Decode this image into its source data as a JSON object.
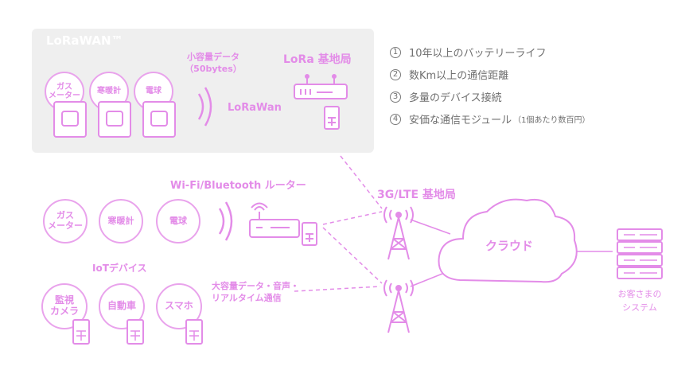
{
  "lorawan": {
    "title": "LoRaWAN™",
    "devices": [
      {
        "label_line1": "ガス",
        "label_line2": "メーター"
      },
      {
        "label_line1": "寒暖計",
        "label_line2": ""
      },
      {
        "label_line1": "電球",
        "label_line2": ""
      }
    ],
    "small_data_line1": "小容量データ",
    "small_data_line2": "（50bytes）",
    "link_label": "LoRaWan",
    "base_station": "LoRa 基地局"
  },
  "features": [
    {
      "num": "1",
      "text": "10年以上のバッテリーライフ",
      "note": ""
    },
    {
      "num": "2",
      "text": "数Km以上の通信距離",
      "note": ""
    },
    {
      "num": "3",
      "text": "多量のデバイス接続",
      "note": ""
    },
    {
      "num": "4",
      "text": "安価な通信モジュール",
      "note": "（1個あたり数百円）"
    }
  ],
  "wifi": {
    "router_label": "Wi-Fi/Bluetooth ルーター",
    "devices": [
      {
        "label_line1": "ガス",
        "label_line2": "メーター"
      },
      {
        "label_line1": "寒暖計",
        "label_line2": ""
      },
      {
        "label_line1": "電球",
        "label_line2": ""
      }
    ]
  },
  "iot": {
    "label": "IoTデバイス",
    "devices": [
      {
        "label_line1": "監視",
        "label_line2": "カメラ"
      },
      {
        "label_line1": "自動車",
        "label_line2": ""
      },
      {
        "label_line1": "スマホ",
        "label_line2": ""
      }
    ],
    "large_data_line1": "大容量データ・音声・",
    "large_data_line2": "リアルタイム通信"
  },
  "network": {
    "base_station_label": "3G/LTE 基地局",
    "cloud_label": "クラウド",
    "customer_line1": "お客さまの",
    "customer_line2": "システム"
  },
  "colors": {
    "accent": "#e38ce8",
    "panel_bg": "#efefef",
    "text_gray": "#6f6f6f"
  }
}
